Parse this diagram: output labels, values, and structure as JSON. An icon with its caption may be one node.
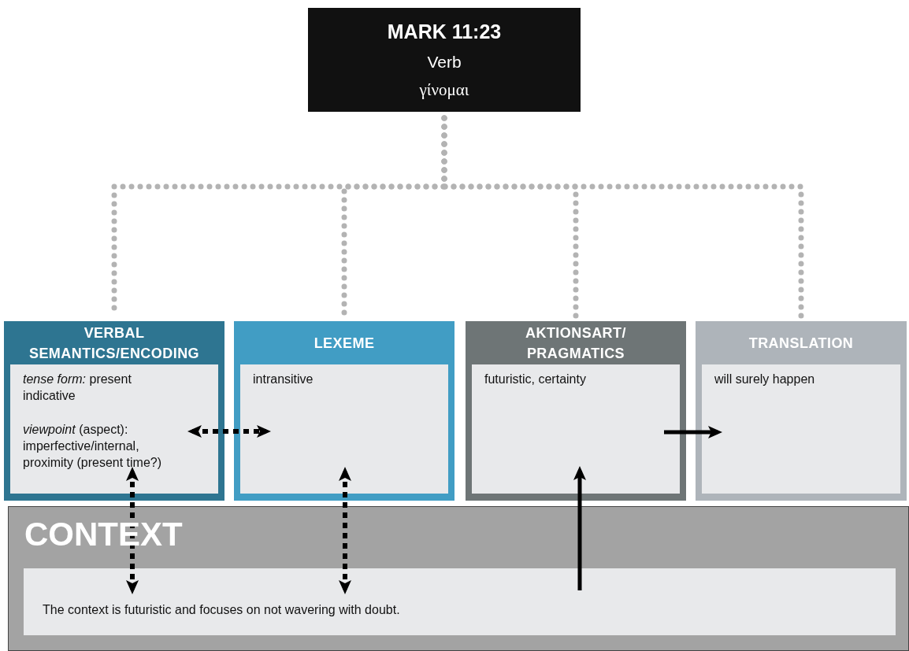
{
  "diagram": {
    "nodes": [
      {
        "text": [
          "MARK 11:23",
          "Verb",
          "γίνομαι"
        ]
      },
      {
        "text": [
          "VERBAL SEMANTICS/ENCODING"
        ]
      },
      {
        "text": [
          "*tense form:* present indicative",
          "*viewpoint* (aspect): imperfective/internal, proximity (present time?)"
        ],
        "in": 1
      },
      {
        "text": [
          "LEXEME"
        ]
      },
      {
        "text": [
          "intransitive"
        ],
        "in": 3
      },
      {
        "text": [
          "AKTIONSART/ PRAGMATICS"
        ]
      },
      {
        "text": [
          "futuristic, certainty"
        ],
        "in": 5
      },
      {
        "text": [
          "TRANSLATION"
        ]
      },
      {
        "text": [
          "will surely happen"
        ],
        "in": 7
      },
      {
        "text": [
          "CONTEXT"
        ]
      },
      {
        "text": [
          "The context is futuristic and focuses on not wavering with doubt."
        ],
        "in": 9
      }
    ],
    "edges": [
      {
        "from": 0,
        "to": 1,
        "arrow": "none",
        "style": "dashed",
        "color": "#b3b3b3"
      },
      {
        "from": 0,
        "to": 3,
        "arrow": "none",
        "style": "dashed",
        "color": "#b3b3b3"
      },
      {
        "from": 0,
        "to": 5,
        "arrow": "none",
        "style": "dashed",
        "color": "#b3b3b3"
      },
      {
        "from": 0,
        "to": 7,
        "arrow": "none",
        "style": "dashed",
        "color": "#b3b3b3"
      },
      {
        "from": 2,
        "to": 4,
        "arrow": "both",
        "style": "dashed"
      },
      {
        "from": 2,
        "to": 10,
        "arrow": "both",
        "style": "dashed"
      },
      {
        "from": 4,
        "to": 10,
        "arrow": "both",
        "style": "dashed"
      },
      {
        "from": 10,
        "to": 6,
        "arrow": "to"
      },
      {
        "from": 6,
        "to": 8,
        "arrow": "to"
      }
    ]
  }
}
